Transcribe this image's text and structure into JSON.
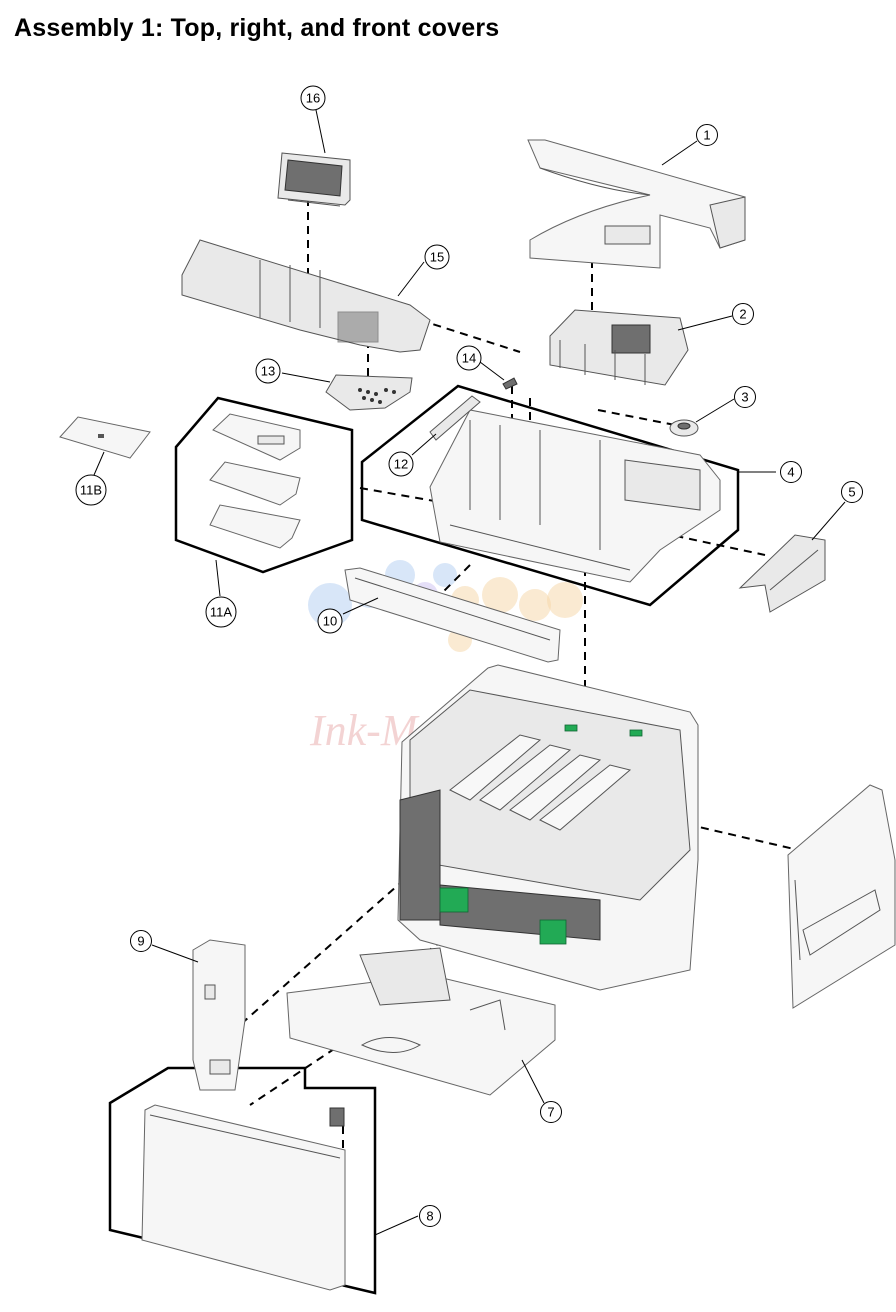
{
  "title": "Assembly 1:  Top, right, and front covers",
  "watermark": "Ink-Master",
  "colors": {
    "outline": "#000000",
    "part_fill": "#e9e9e9",
    "accent_green": "#22aa55",
    "watermark_blue": "#a9c8ef",
    "watermark_orange": "#f6d6a6"
  },
  "callouts": [
    {
      "id": "c1",
      "label": "1"
    },
    {
      "id": "c2",
      "label": "2"
    },
    {
      "id": "c3",
      "label": "3"
    },
    {
      "id": "c4",
      "label": "4"
    },
    {
      "id": "c5",
      "label": "5"
    },
    {
      "id": "c7",
      "label": "7"
    },
    {
      "id": "c8",
      "label": "8"
    },
    {
      "id": "c9",
      "label": "9"
    },
    {
      "id": "c10",
      "label": "10"
    },
    {
      "id": "c11a",
      "label": "11A"
    },
    {
      "id": "c11b",
      "label": "11B"
    },
    {
      "id": "c12",
      "label": "12"
    },
    {
      "id": "c13",
      "label": "13"
    },
    {
      "id": "c14",
      "label": "14"
    },
    {
      "id": "c15",
      "label": "15"
    },
    {
      "id": "c16",
      "label": "16"
    }
  ]
}
